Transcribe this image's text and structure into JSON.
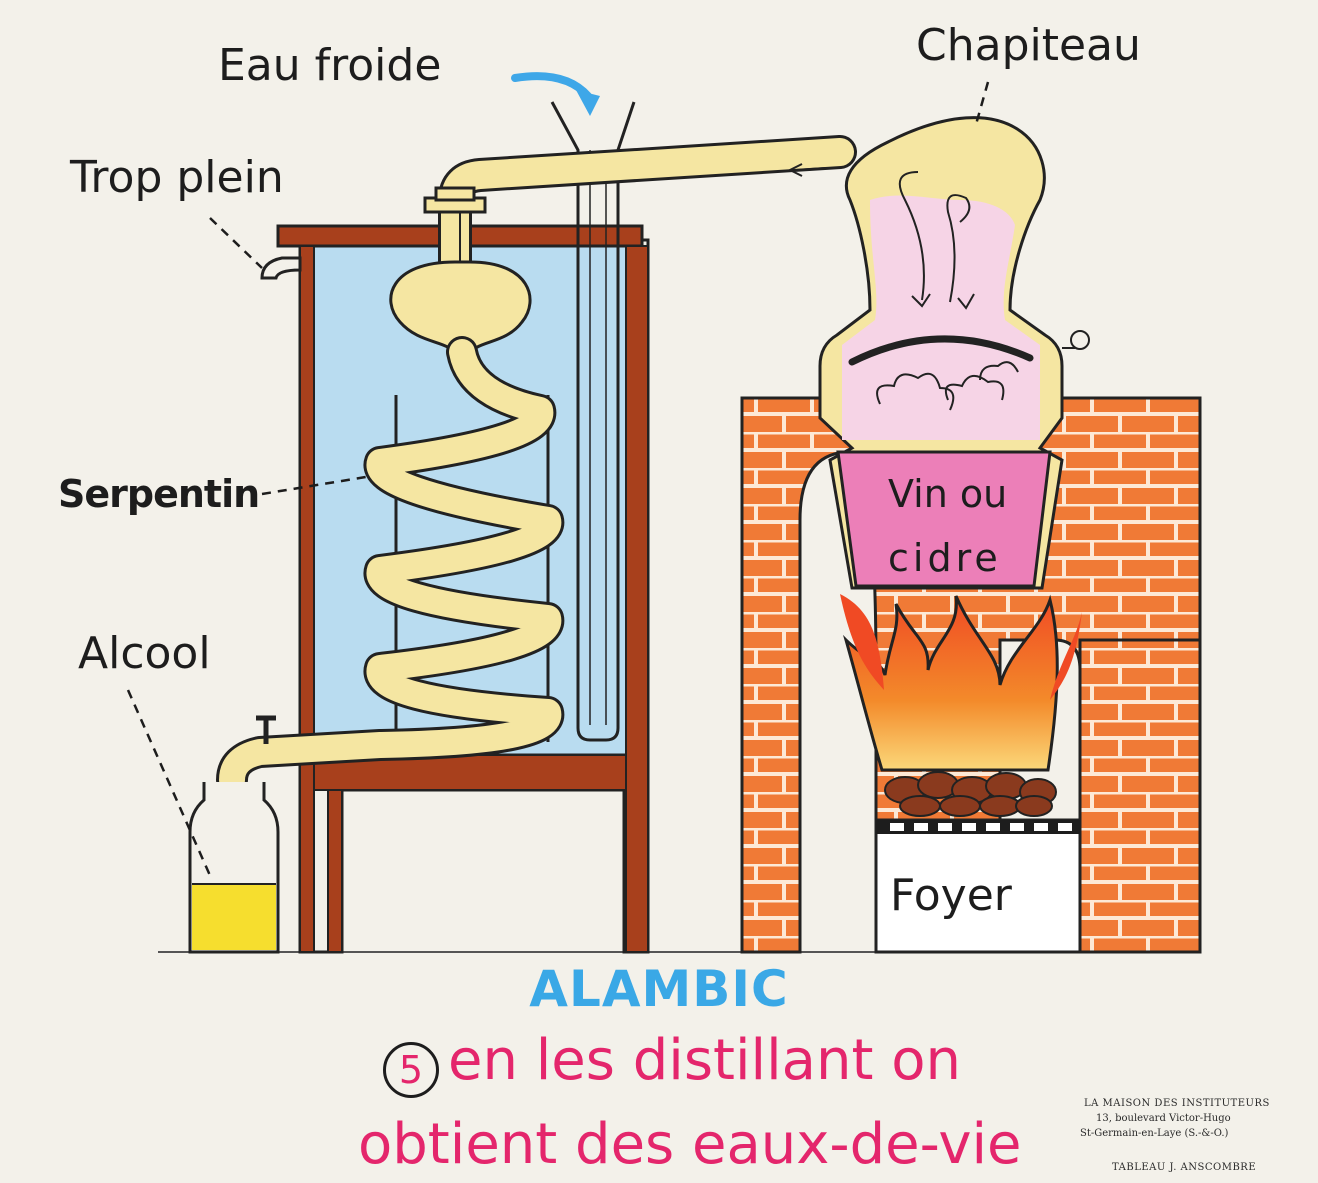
{
  "labels": {
    "eau_froide": "Eau froide",
    "chapiteau": "Chapiteau",
    "trop_plein": "Trop plein",
    "serpentin": "Serpentin",
    "alcool": "Alcool",
    "vin_line1": "Vin ou",
    "vin_line2": "cidre",
    "foyer": "Foyer"
  },
  "title": "ALAMBIC",
  "step_number": "5",
  "caption_line1": "en les distillant on",
  "caption_line2": "obtient des eaux-de-vie",
  "publisher": {
    "line1": "LA MAISON DES INSTITUTEURS",
    "line2": "13, boulevard Victor-Hugo",
    "line3": "St-Germain-en-Laye (S.-&-O.)",
    "line4": "TABLEAU J. ANSCOMBRE"
  },
  "colors": {
    "water": "#b9dcf0",
    "copper_tube": "#f5e6a2",
    "frame": "#a8401c",
    "brick": "#f07a36",
    "wine": "#ec7fb8",
    "alcohol": "#f6de2e",
    "title": "#3aa8e6",
    "caption": "#e4266c"
  }
}
